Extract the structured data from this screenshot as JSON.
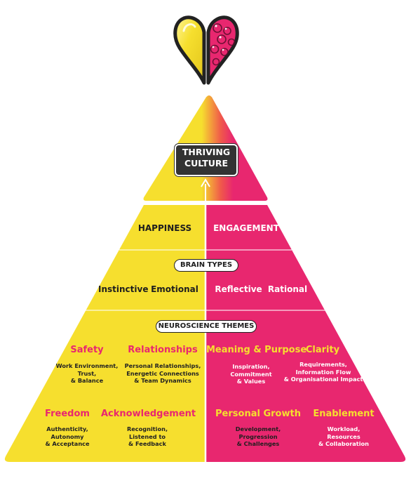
{
  "culture": {
    "line1": "THRIVING",
    "line2": "CULTURE"
  },
  "outcomes": {
    "left": "HAPPINESS",
    "right": "ENGAGEMENT"
  },
  "brain_types": {
    "heading": "BRAIN TYPES",
    "items": [
      "Instinctive",
      "Emotional",
      "Reflective",
      "Rational"
    ]
  },
  "themes": {
    "heading": "NEUROSCIENCE THEMES",
    "items": [
      {
        "title": "Safety",
        "lines": [
          "Work Environment,",
          "Trust,",
          "& Balance"
        ]
      },
      {
        "title": "Relationships",
        "lines": [
          "Personal Relationships,",
          "Energetic Connections",
          "& Team Dynamics"
        ]
      },
      {
        "title": "Meaning & Purpose",
        "lines": [
          "Inspiration,",
          "Commitment",
          "& Values"
        ]
      },
      {
        "title": "Clarity",
        "lines": [
          "Requirements,",
          "Information Flow",
          "& Organisational Impact"
        ]
      },
      {
        "title": "Freedom",
        "lines": [
          "Authenticity,",
          "Autonomy",
          "& Acceptance"
        ]
      },
      {
        "title": "Acknowledgement",
        "lines": [
          "Recognition,",
          "Listened to",
          "& Feedback"
        ]
      },
      {
        "title": "Personal Growth",
        "lines": [
          "Development,",
          "Progression",
          "& Challenges"
        ]
      },
      {
        "title": "Enablement",
        "lines": [
          "Workload,",
          "Resources",
          "& Collaboration"
        ]
      }
    ]
  },
  "colors": {
    "yellow": "#f6df2e",
    "pink": "#e8276f",
    "dark": "#333333"
  },
  "icons": [
    "heart-brain-logo",
    "up-arrow"
  ]
}
